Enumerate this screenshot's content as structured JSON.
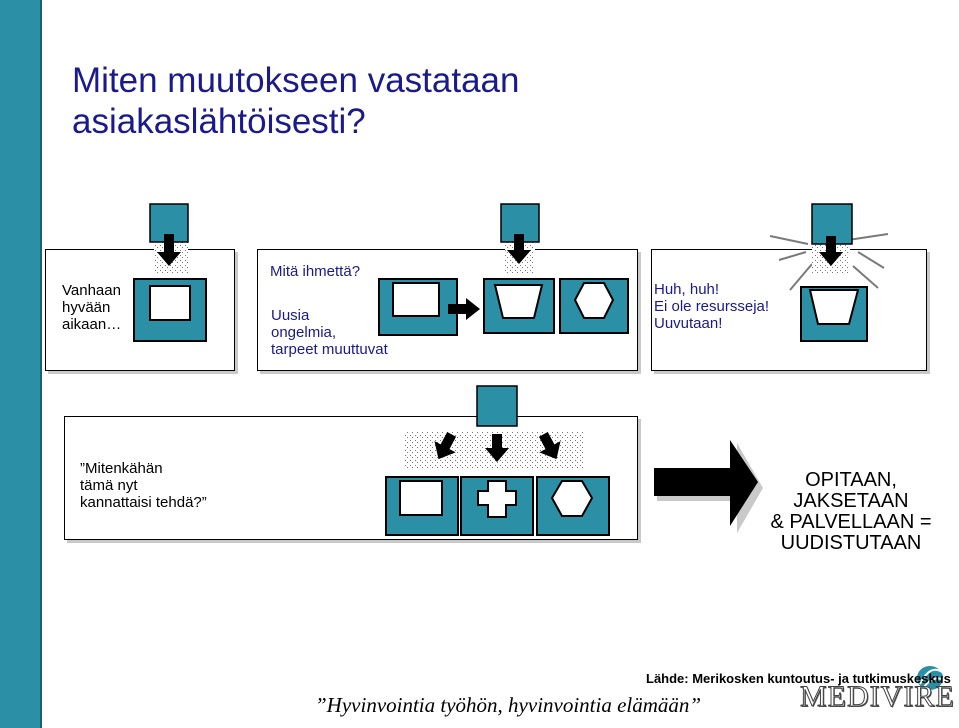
{
  "title": "Miten muutokseen vastataan\nasiakaslähtöisesti?",
  "panel1": {
    "old_times": "Vanhaan\nhyvään\naikaan…",
    "what_wonder": "Mitä ihmettä?",
    "new_problems": "Uusia\nongelmia,\ntarpeet muuttuvat"
  },
  "panel2": {
    "text": "Huh, huh!\nEi ole resursseja!\nUuvutaan!"
  },
  "panel3": {
    "question": "”Mitenkähän\ntämä nyt\nkannattaisi tehdä?”",
    "conclusion": "OPITAAN,\nJAKSETAAN\n& PALVELLAAN =\nUUDISTUTAAN"
  },
  "footer": {
    "motto": "”Hyvinvointia työhön, hyvinvointia elämään”",
    "source": "Lähde: Merikosken kuntoutus- ja tutkimuskeskus",
    "brand": "MEDIVIRE"
  },
  "colors": {
    "teal": "#2b8fa6",
    "title": "#1a1a8c",
    "sidebar": "#2b8fa6"
  }
}
